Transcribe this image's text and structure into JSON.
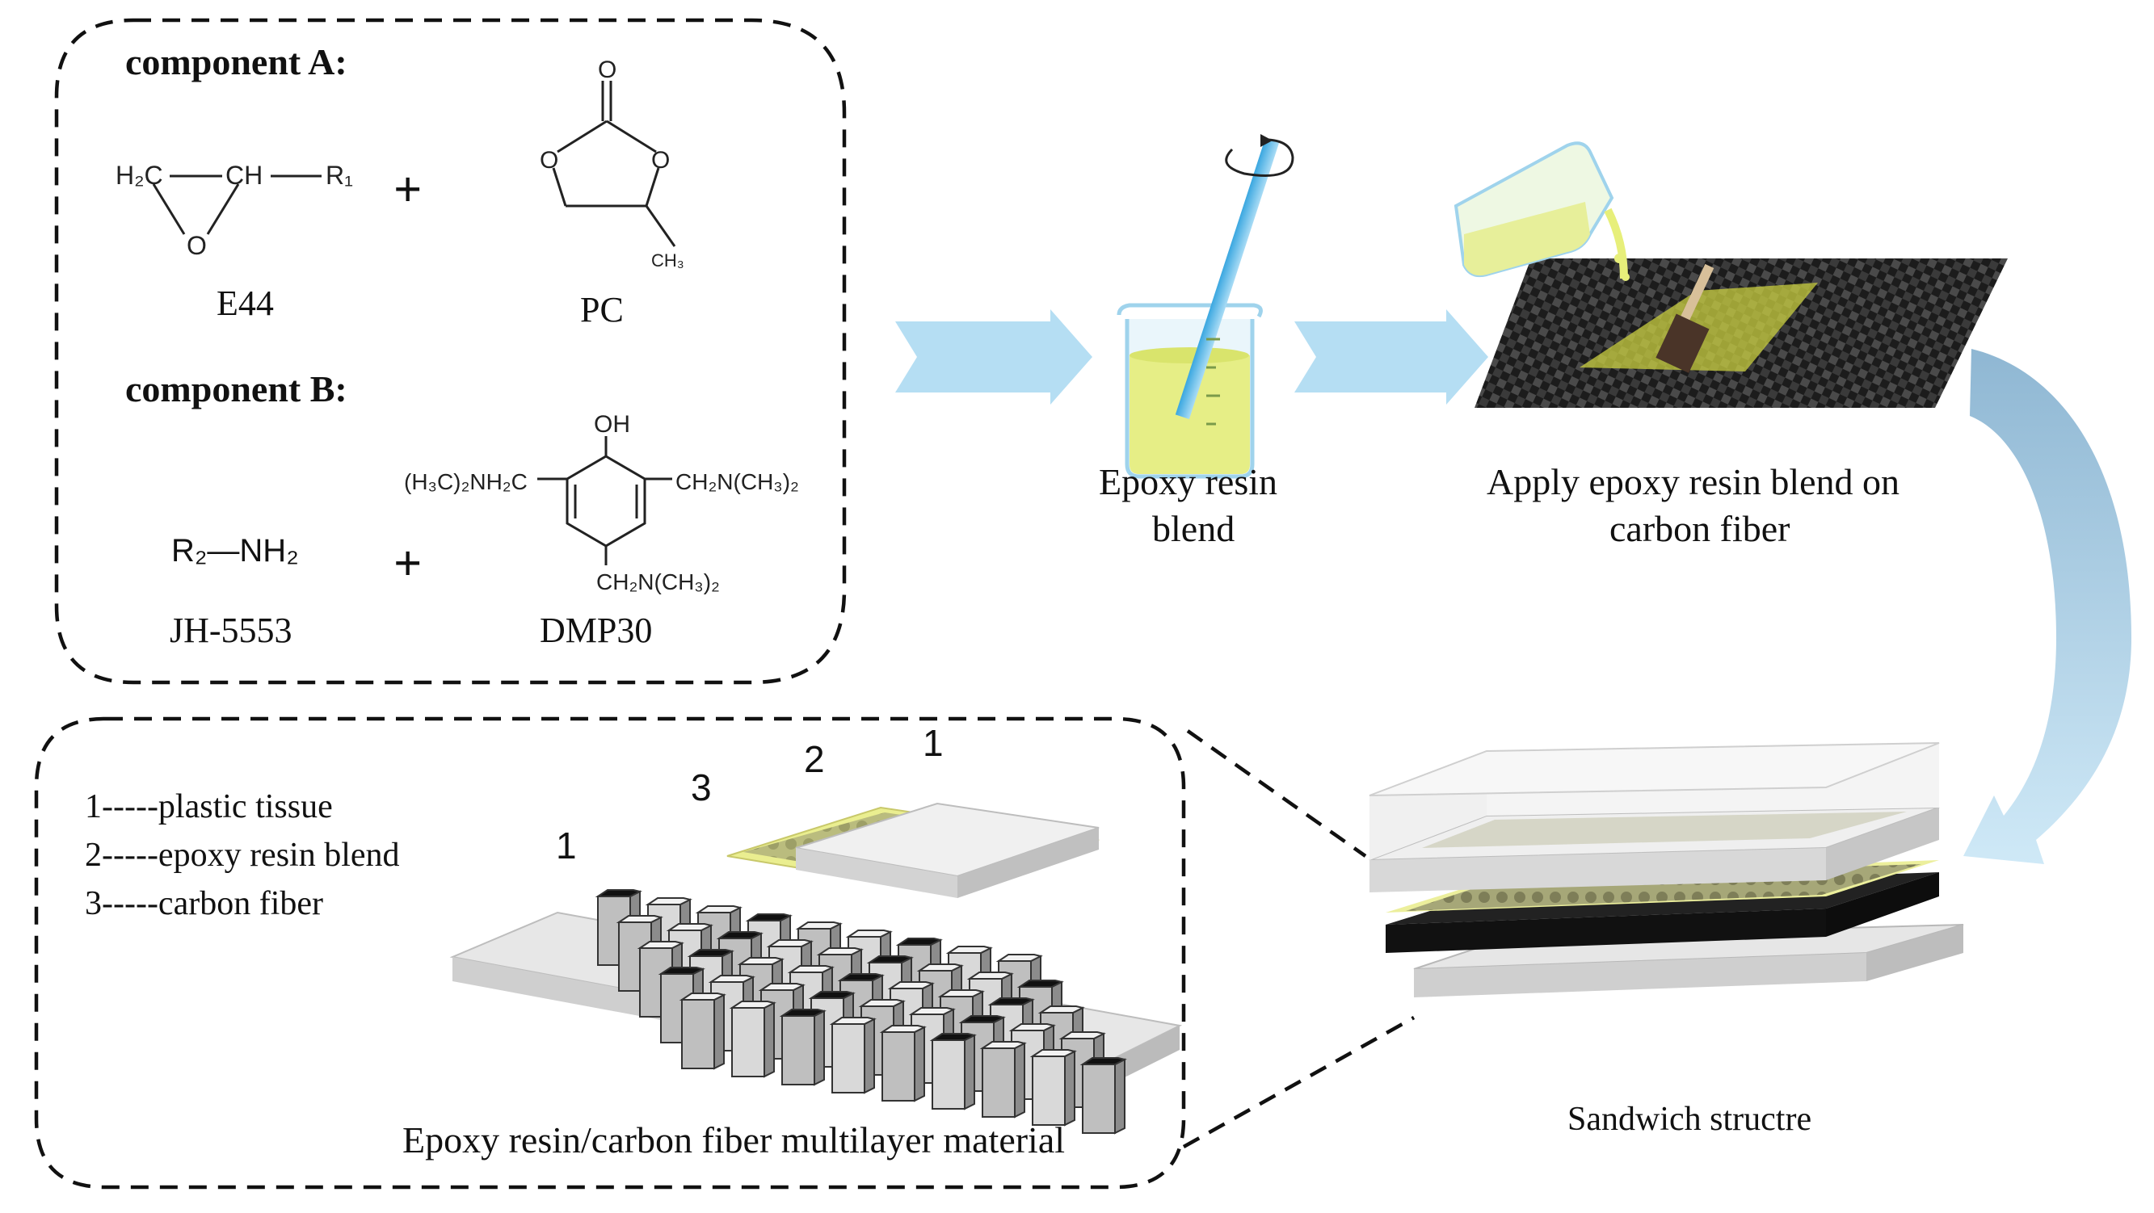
{
  "component_a": {
    "title": "component A:",
    "plus": "+",
    "e44": {
      "label": "E44",
      "h2c": "H₂C",
      "ch": "CH",
      "r1": "R₁",
      "o": "O"
    },
    "pc": {
      "label": "PC",
      "o_top": "O",
      "o_left": "O",
      "o_right": "O",
      "ch3": "CH₃"
    }
  },
  "component_b": {
    "title": "component B:",
    "plus": "+",
    "jh": {
      "label": "JH-5553",
      "formula": "R₂—NH₂"
    },
    "dmp": {
      "label": "DMP30",
      "oh": "OH",
      "left": "(H₃C)₂NH₂C",
      "right": "CH₂N(CH₃)₂",
      "bottom": "CH₂N(CH₃)₂"
    }
  },
  "steps": {
    "blend_line1": "Epoxy resin",
    "blend_line2": "blend",
    "apply_line1": "Apply epoxy resin blend on",
    "apply_line2": "carbon fiber",
    "sandwich": "Sandwich structre"
  },
  "multilayer": {
    "legend": [
      "1-----plastic tissue",
      "2-----epoxy resin blend",
      "3-----carbon fiber"
    ],
    "callout_1a": "1",
    "callout_3": "3",
    "callout_2": "2",
    "callout_1b": "1",
    "caption": "Epoxy resin/carbon fiber multilayer material"
  },
  "colors": {
    "arrow": "#a9dbf2",
    "resin": "#e9ef88",
    "carbon": "#262626",
    "plastic": "#e3e3e3"
  }
}
